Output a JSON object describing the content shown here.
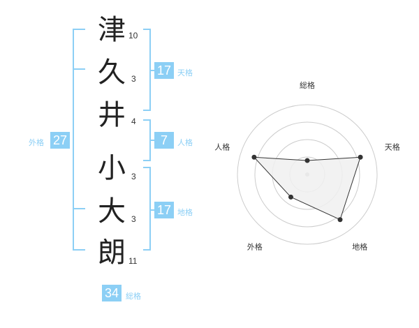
{
  "name": {
    "chars": [
      {
        "char": "津",
        "strokes": "10"
      },
      {
        "char": "久",
        "strokes": "3"
      },
      {
        "char": "井",
        "strokes": "4"
      },
      {
        "char": "小",
        "strokes": "3"
      },
      {
        "char": "大",
        "strokes": "3"
      },
      {
        "char": "朗",
        "strokes": "11"
      }
    ]
  },
  "fortune": {
    "tenkaku": {
      "value": "17",
      "label": "天格"
    },
    "jinkaku": {
      "value": "7",
      "label": "人格"
    },
    "chikaku": {
      "value": "17",
      "label": "地格"
    },
    "gaikaku": {
      "value": "27",
      "label": "外格"
    },
    "soukaku": {
      "value": "34",
      "label": "総格"
    }
  },
  "colors": {
    "accent": "#8ccff5",
    "fill": "#f0f0f0",
    "grid": "#cccccc"
  },
  "chart_data": {
    "type": "radar",
    "axes": [
      "総格",
      "天格",
      "地格",
      "外格",
      "人格"
    ],
    "values": [
      1,
      4,
      4,
      2,
      4
    ],
    "max": 5,
    "levels": 4
  }
}
